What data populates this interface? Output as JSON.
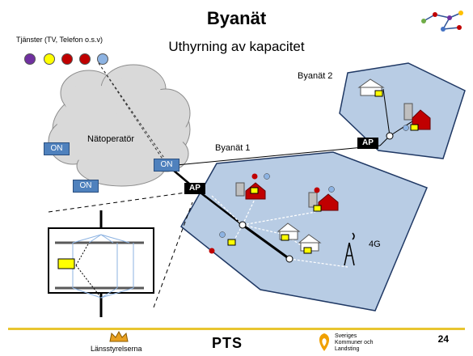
{
  "header": {
    "title": "Byanät",
    "subtitle": "Uthyrning av kapacitet"
  },
  "services": {
    "label": "Tjänster (TV, Telefon o.s.v)",
    "dots": [
      {
        "name": "purple",
        "color": "#7030a0"
      },
      {
        "name": "yellow",
        "color": "#ffff00"
      },
      {
        "name": "red-1",
        "color": "#c00000"
      },
      {
        "name": "red-2",
        "color": "#c00000"
      },
      {
        "name": "blue",
        "color": "#8db3e2"
      }
    ]
  },
  "cloud": {
    "label": "Nätoperatör",
    "on_labels": [
      "ON",
      "ON",
      "ON"
    ]
  },
  "networks": {
    "byanat1": "Byanät 1",
    "byanat2": "Byanät 2",
    "ap1": "AP",
    "ap2": "AP",
    "tower_label": "4G"
  },
  "footer": {
    "logo1": "Länsstyrelserna",
    "logo2": "PTS",
    "logo3": "Sveriges Kommuner och Landsting",
    "page_number": "24"
  },
  "colors": {
    "region_fill": "#b8cce4",
    "region_stroke": "#1f3864",
    "cloud_fill": "#d9d9d9",
    "on_box": "#4f81bd",
    "accent_bar": "#e8c530"
  }
}
